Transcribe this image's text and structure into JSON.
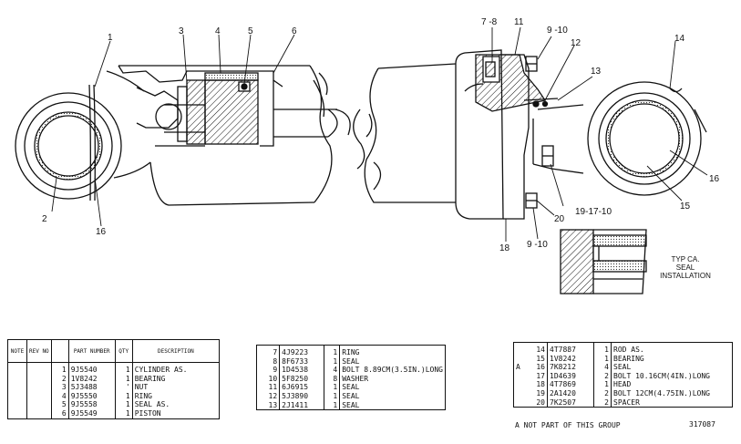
{
  "callouts": [
    {
      "id": "c1",
      "text": "1"
    },
    {
      "id": "c2",
      "text": "2"
    },
    {
      "id": "c3",
      "text": "3"
    },
    {
      "id": "c4",
      "text": "4"
    },
    {
      "id": "c5",
      "text": "5"
    },
    {
      "id": "c6",
      "text": "6"
    },
    {
      "id": "c16a",
      "text": "16"
    },
    {
      "id": "c78",
      "text": "7 -8"
    },
    {
      "id": "c11",
      "text": "11"
    },
    {
      "id": "c910a",
      "text": "9  -10"
    },
    {
      "id": "c12",
      "text": "12"
    },
    {
      "id": "c13",
      "text": "13"
    },
    {
      "id": "c14",
      "text": "14"
    },
    {
      "id": "c16b",
      "text": "16"
    },
    {
      "id": "c15",
      "text": "15"
    },
    {
      "id": "c191710",
      "text": "19-17-10"
    },
    {
      "id": "c20",
      "text": "20"
    },
    {
      "id": "c910b",
      "text": "9 -10"
    },
    {
      "id": "c18",
      "text": "18"
    }
  ],
  "typical_note": [
    "TYP CA.",
    "SEAL",
    "INSTALLATION"
  ],
  "table1": {
    "headers": {
      "note": "NOTE",
      "rev": "REV NO",
      "part": "PART NUMBER",
      "qty": "QTY",
      "desc": "DESCRIPTION"
    },
    "rows": [
      {
        "note": "",
        "rev": "",
        "item": "1",
        "part": "9J5540",
        "qty": "1",
        "desc": "CYLINDER  AS."
      },
      {
        "note": "",
        "rev": "",
        "item": "2",
        "part": "1V8242",
        "qty": "1",
        "desc": "   BEARING"
      },
      {
        "note": "",
        "rev": "",
        "item": "3",
        "part": "5J3488",
        "qty": "'",
        "desc": "NUT"
      },
      {
        "note": "",
        "rev": "",
        "item": "4",
        "part": "9J5550",
        "qty": "1",
        "desc": "RING"
      },
      {
        "note": "",
        "rev": "",
        "item": "5",
        "part": "9J5558",
        "qty": "1",
        "desc": "SEAL  AS."
      },
      {
        "note": "",
        "rev": "",
        "item": "6",
        "part": "9J5549",
        "qty": "1",
        "desc": "PISTON"
      }
    ]
  },
  "table2": {
    "rows": [
      {
        "item": "7",
        "part": "4J9223",
        "qty": "1",
        "desc": "RING"
      },
      {
        "item": "8",
        "part": "8F6733",
        "qty": "1",
        "desc": "SEAL"
      },
      {
        "item": "9",
        "part": "1D4538",
        "qty": "4",
        "desc": "BOLT  8.89CM(3.5IN.)LONG"
      },
      {
        "item": "10",
        "part": "5F8250",
        "qty": "8",
        "desc": "WASHER"
      },
      {
        "item": "11",
        "part": "6J6915",
        "qty": "1",
        "desc": "SEAL"
      },
      {
        "item": "12",
        "part": "5J3890",
        "qty": "1",
        "desc": "SEAL"
      },
      {
        "item": "13",
        "part": "2J1411",
        "qty": "1",
        "desc": "SEAL"
      }
    ]
  },
  "table3": {
    "rows": [
      {
        "note": "",
        "item": "14",
        "part": "4T7887",
        "qty": "1",
        "desc": "ROD  AS."
      },
      {
        "note": "",
        "item": "15",
        "part": "1V8242",
        "qty": "1",
        "desc": "   BEARING"
      },
      {
        "note": "A",
        "item": "16",
        "part": "7K8212",
        "qty": "4",
        "desc": "SEAL"
      },
      {
        "note": "",
        "item": "17",
        "part": "1D4639",
        "qty": "2",
        "desc": "BOLT  10.16CM(4IN.)LONG"
      },
      {
        "note": "",
        "item": "18",
        "part": "4T7869",
        "qty": "1",
        "desc": "HEAD"
      },
      {
        "note": "",
        "item": "19",
        "part": "2A1420",
        "qty": "2",
        "desc": "BOLT  12CM(4.75IN.)LONG"
      },
      {
        "note": "",
        "item": "20",
        "part": "7K2507",
        "qty": "2",
        "desc": "SPACER"
      }
    ],
    "footnote": "A    NOT  PART  OF  THIS  GROUP",
    "figure_number": "317087"
  }
}
